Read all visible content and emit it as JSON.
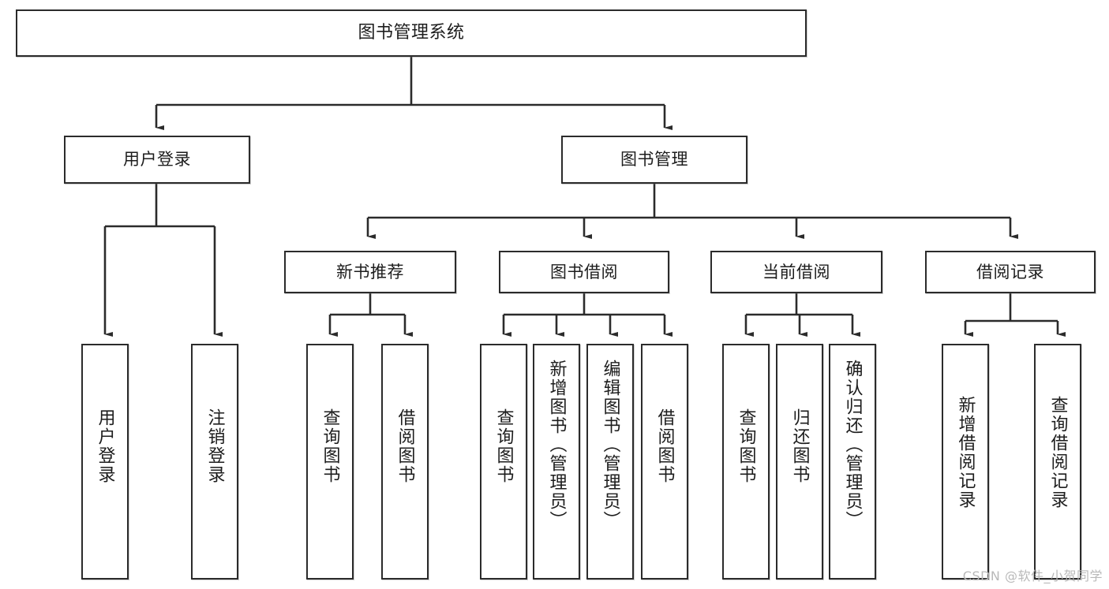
{
  "diagram": {
    "type": "tree-hierarchy-diagram",
    "title": "图书管理系统",
    "watermark": "CSDN @软件_小贺同学",
    "colors": {
      "stroke": "#2b2b2b",
      "fill": "#ffffff",
      "text": "#1d1d1d",
      "watermark": "#b9b9b9"
    },
    "levels": {
      "root": {
        "label": "图书管理系统"
      },
      "level2": [
        {
          "id": "user-login",
          "label": "用户登录"
        },
        {
          "id": "book-management",
          "label": "图书管理"
        }
      ],
      "level3": [
        {
          "id": "new-book-recommend",
          "label": "新书推荐",
          "parent": "book-management"
        },
        {
          "id": "book-borrow",
          "label": "图书借阅",
          "parent": "book-management"
        },
        {
          "id": "current-borrow",
          "label": "当前借阅",
          "parent": "book-management"
        },
        {
          "id": "borrow-record",
          "label": "借阅记录",
          "parent": "book-management"
        }
      ],
      "leaves": [
        {
          "id": "leaf-user-login",
          "label": "用户登录",
          "parent": "user-login"
        },
        {
          "id": "leaf-logout-login",
          "label": "注销登录",
          "parent": "user-login"
        },
        {
          "id": "leaf-query-book-1",
          "label": "查询图书",
          "parent": "new-book-recommend"
        },
        {
          "id": "leaf-borrow-book-1",
          "label": "借阅图书",
          "parent": "new-book-recommend"
        },
        {
          "id": "leaf-query-book-2",
          "label": "查询图书",
          "parent": "book-borrow"
        },
        {
          "id": "leaf-add-book",
          "label": "新增图书（管理员）",
          "parent": "book-borrow"
        },
        {
          "id": "leaf-edit-book",
          "label": "编辑图书（管理员）",
          "parent": "book-borrow"
        },
        {
          "id": "leaf-borrow-book-2",
          "label": "借阅图书",
          "parent": "book-borrow"
        },
        {
          "id": "leaf-query-book-3",
          "label": "查询图书",
          "parent": "current-borrow"
        },
        {
          "id": "leaf-return-book",
          "label": "归还图书",
          "parent": "current-borrow"
        },
        {
          "id": "leaf-confirm-return",
          "label": "确认归还（管理员）",
          "parent": "current-borrow"
        },
        {
          "id": "leaf-add-borrow-record",
          "label": "新增借阅记录",
          "parent": "borrow-record"
        },
        {
          "id": "leaf-query-borrow-record",
          "label": "查询借阅记录",
          "parent": "borrow-record"
        }
      ]
    }
  }
}
